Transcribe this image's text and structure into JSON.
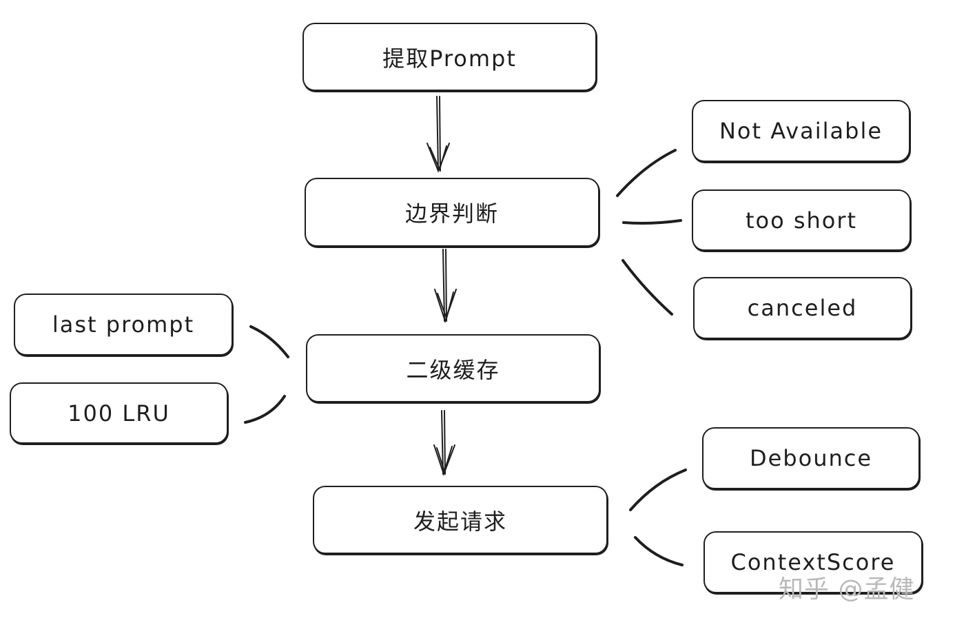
{
  "nodes": {
    "extract_prompt": "提取Prompt",
    "boundary_check": "边界判断",
    "not_available": "Not Available",
    "too_short": "too short",
    "canceled": "canceled",
    "two_level_cache": "二级缓存",
    "last_prompt": "last prompt",
    "lru_100": "100 LRU",
    "send_request": "发起请求",
    "debounce": "Debounce",
    "context_score": "ContextScore"
  },
  "watermark": "知乎 @孟健",
  "colors": {
    "stroke": "#1e1e1e",
    "background": "#ffffff",
    "watermark": "#b9b9b9"
  }
}
